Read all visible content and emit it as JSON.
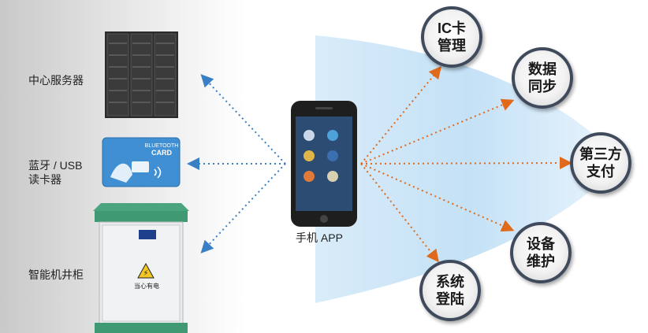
{
  "devices": {
    "server": "中心服务器",
    "reader": [
      "蓝牙 / USB",
      "读卡器"
    ],
    "cabinet": "智能机井柜",
    "card_text": [
      "BLUETOOTH",
      "CARD"
    ],
    "warning_sign": "当心有电"
  },
  "phone": {
    "label": "手机 APP"
  },
  "features": [
    [
      "IC卡",
      "管理"
    ],
    [
      "数据",
      "同步"
    ],
    [
      "第三方",
      "支付"
    ],
    [
      "设备",
      "维护"
    ],
    [
      "系统",
      "登陆"
    ]
  ],
  "colors": {
    "left_arrows": "#3a7fc4",
    "right_arrows": "#e06a1b",
    "fan": "#cfe6f7",
    "bubble_border": "#3f4a5c",
    "cabinet_green": "#3f9a73"
  }
}
